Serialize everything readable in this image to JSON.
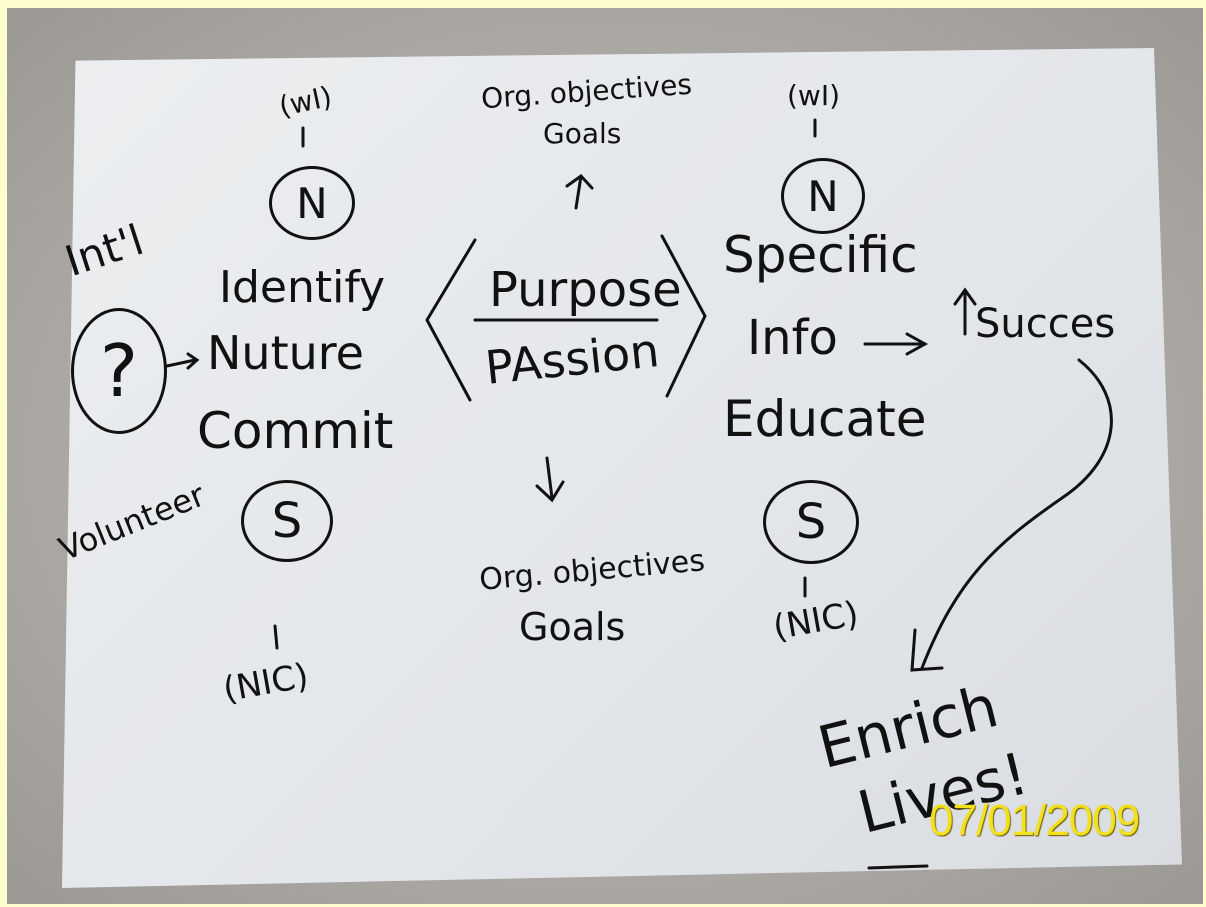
{
  "note": {
    "top_left_label": "(wI)",
    "top_right_label": "(wI)",
    "top_center_line1": "Org. objectives",
    "top_center_line2": "Goals",
    "bottom_center_line1": "Org. objectives",
    "bottom_center_line2": "Goals",
    "left_side_top": "Int'l",
    "left_side_bottom": "Volunteer",
    "question_mark": "?",
    "left_circle_top": "N",
    "left_circle_bottom": "S",
    "right_circle_top": "N",
    "right_circle_bottom": "S",
    "left_list": [
      "Identify",
      "Nuture",
      "Commit"
    ],
    "center_top": "Purpose",
    "center_bottom": "PAssion",
    "right_list": [
      "Specific",
      "Info",
      "Educate"
    ],
    "success_label": "Succes",
    "enrich_line1": "Enrich",
    "enrich_line2": "Lives!",
    "left_bottom_label": "(NIC)",
    "right_bottom_label": "(NIC)"
  },
  "date_stamp": "07/01/2009",
  "colors": {
    "ink": "#111111",
    "paper": "#e6e8eb",
    "frame": "#fffdd0",
    "stamp": "#f2e01c"
  }
}
